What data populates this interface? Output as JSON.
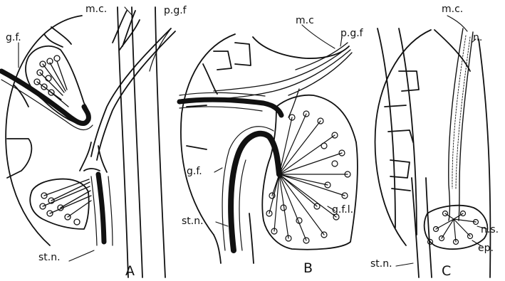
{
  "panels": {
    "a": {
      "letter": "A",
      "labels": {
        "mc": "m.c.",
        "pgf": "p.g.f",
        "gf": "g.f.",
        "stn": "st.n."
      }
    },
    "b": {
      "letter": "B",
      "labels": {
        "mc": "m.c",
        "pgf": "p.g.f",
        "gf": "g.f.",
        "stn": "st.n.",
        "gfl": "g.f.l."
      }
    },
    "c": {
      "letter": "C",
      "labels": {
        "mc": "m.c.",
        "n": "n.",
        "ns": "n.s.",
        "ep": "ep.",
        "stn": "st.n."
      }
    }
  },
  "colors": {
    "ink": "#111111",
    "background": "#ffffff"
  }
}
